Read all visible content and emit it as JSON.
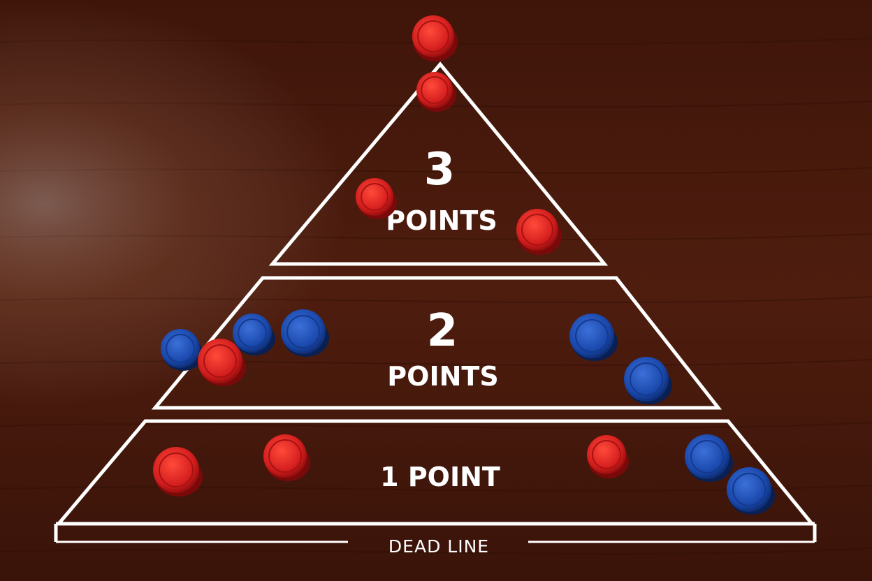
{
  "zones": {
    "three": {
      "number": "3",
      "label": "POINTS"
    },
    "two": {
      "number": "2",
      "label": "POINTS"
    },
    "one": {
      "label": "1 POINT"
    }
  },
  "dead_line": {
    "label": "DEAD LINE"
  },
  "pucks": [
    {
      "color": "red",
      "zone": "beyond-tip"
    },
    {
      "color": "red",
      "zone": "3-points"
    },
    {
      "color": "red",
      "zone": "3-points"
    },
    {
      "color": "red",
      "zone": "3-points"
    },
    {
      "color": "blue",
      "zone": "2-points"
    },
    {
      "color": "blue",
      "zone": "2-points"
    },
    {
      "color": "blue",
      "zone": "2-points"
    },
    {
      "color": "red",
      "zone": "2-points"
    },
    {
      "color": "blue",
      "zone": "2-points"
    },
    {
      "color": "blue",
      "zone": "2-points"
    },
    {
      "color": "red",
      "zone": "1-point"
    },
    {
      "color": "red",
      "zone": "1-point"
    },
    {
      "color": "red",
      "zone": "1-point"
    },
    {
      "color": "blue",
      "zone": "1-point"
    },
    {
      "color": "blue",
      "zone": "1-point"
    }
  ],
  "colors": {
    "red": "#d21f1f",
    "blue": "#1646a8",
    "line": "#ffffff",
    "wood": "#4a1c0e"
  }
}
